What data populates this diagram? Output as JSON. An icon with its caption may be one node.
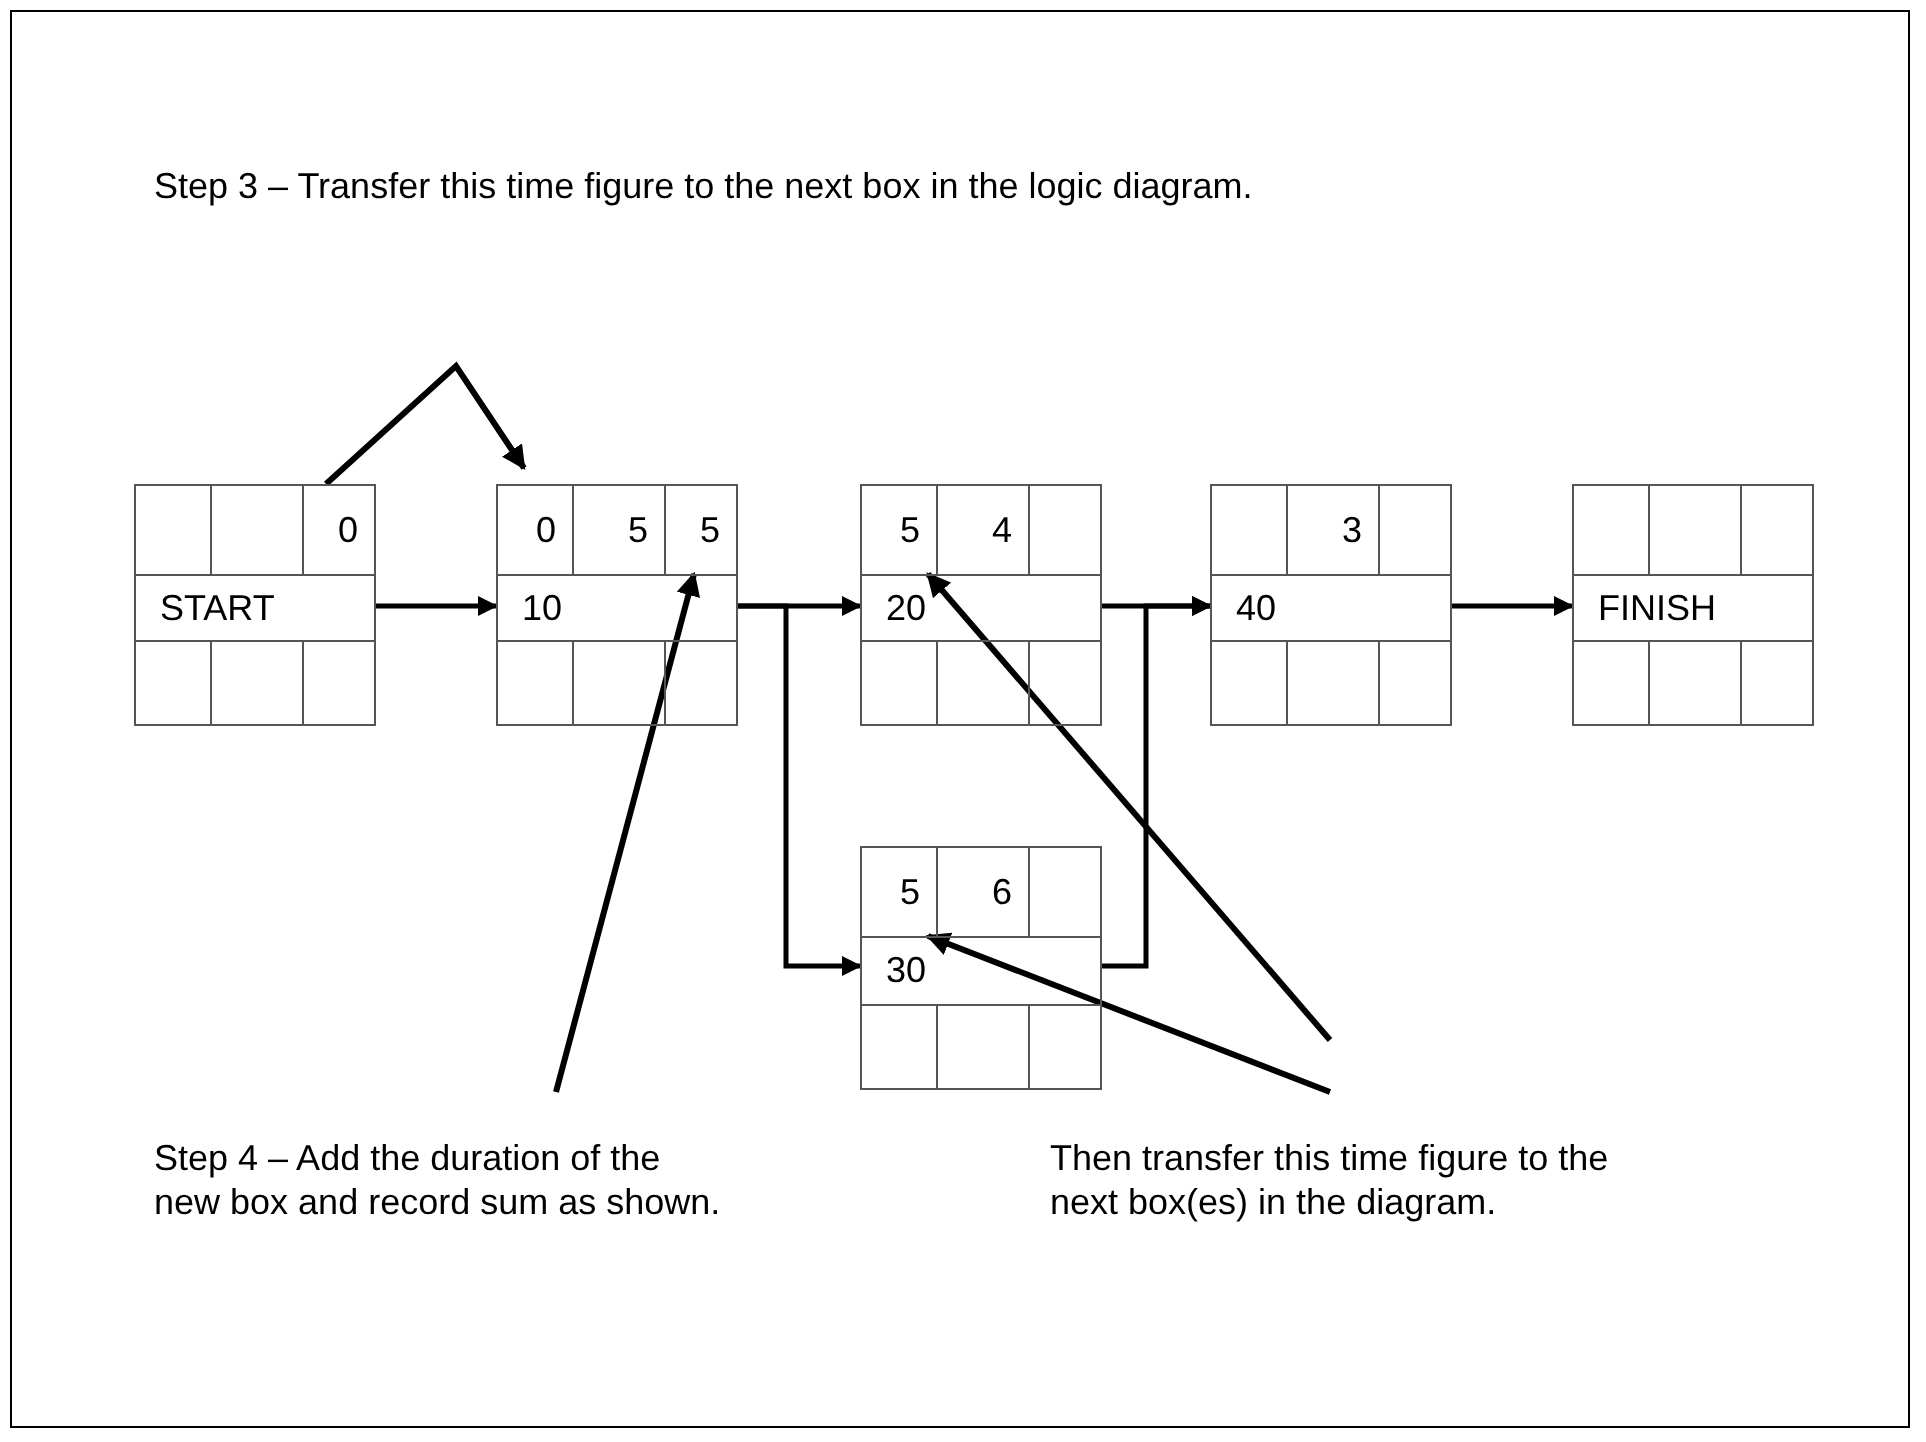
{
  "diagram": {
    "nodes": [
      {
        "text": [],
        "shape": "box"
      },
      {
        "text": [],
        "shape": "box",
        "in": 0
      },
      {
        "text": [],
        "shape": "box",
        "in": 0
      },
      {
        "text": [
          "0"
        ],
        "in": 0
      },
      {
        "text": [
          "START"
        ],
        "in": 0
      },
      {
        "text": [],
        "shape": "box",
        "in": 0
      },
      {
        "text": [],
        "shape": "box",
        "in": 0
      },
      {
        "text": [],
        "shape": "box",
        "in": 0
      },
      {
        "text": [],
        "shape": "box"
      },
      {
        "text": [
          "0"
        ],
        "in": 8
      },
      {
        "text": [
          "5"
        ],
        "in": 8
      },
      {
        "text": [
          "5"
        ],
        "in": 8
      },
      {
        "text": [
          "10"
        ],
        "in": 8
      },
      {
        "text": [],
        "shape": "box",
        "in": 8
      },
      {
        "text": [],
        "shape": "box",
        "in": 8
      },
      {
        "text": [],
        "shape": "box",
        "in": 8
      },
      {
        "text": [],
        "shape": "box"
      },
      {
        "text": [
          "5"
        ],
        "in": 16
      },
      {
        "text": [
          "4"
        ],
        "in": 16
      },
      {
        "text": [],
        "shape": "box",
        "in": 16
      },
      {
        "text": [
          "20"
        ],
        "in": 16
      },
      {
        "text": [],
        "shape": "box",
        "in": 16
      },
      {
        "text": [],
        "shape": "box",
        "in": 16
      },
      {
        "text": [],
        "shape": "box",
        "in": 16
      },
      {
        "text": [],
        "shape": "box"
      },
      {
        "text": [],
        "shape": "box",
        "in": 24
      },
      {
        "text": [
          "3"
        ],
        "in": 24
      },
      {
        "text": [],
        "shape": "box",
        "in": 24
      },
      {
        "text": [
          "40"
        ],
        "in": 24
      },
      {
        "text": [],
        "shape": "box",
        "in": 24
      },
      {
        "text": [],
        "shape": "box",
        "in": 24
      },
      {
        "text": [],
        "shape": "box",
        "in": 24
      },
      {
        "text": [],
        "shape": "box"
      },
      {
        "text": [],
        "shape": "box",
        "in": 32
      },
      {
        "text": [],
        "shape": "box",
        "in": 32
      },
      {
        "text": [],
        "shape": "box",
        "in": 32
      },
      {
        "text": [
          "FINISH"
        ],
        "in": 32
      },
      {
        "text": [],
        "shape": "box",
        "in": 32
      },
      {
        "text": [],
        "shape": "box",
        "in": 32
      },
      {
        "text": [],
        "shape": "box",
        "in": 32
      },
      {
        "text": [],
        "shape": "box"
      },
      {
        "text": [
          "5"
        ],
        "in": 40
      },
      {
        "text": [
          "6"
        ],
        "in": 40
      },
      {
        "text": [],
        "shape": "box",
        "in": 40
      },
      {
        "text": [
          "30"
        ],
        "in": 40
      },
      {
        "text": [],
        "shape": "box",
        "in": 40
      },
      {
        "text": [],
        "shape": "box",
        "in": 40
      },
      {
        "text": [],
        "shape": "box",
        "in": 40
      },
      {
        "text": [
          "Step 4 – Add the duration of the new box and record sum as shown."
        ]
      },
      {
        "text": [
          "Then transfer this time figure to the next box(es) in the diagram."
        ]
      }
    ],
    "edges": [
      {
        "from": 0,
        "to": 8,
        "arrow": "to"
      },
      {
        "from": 8,
        "to": 16,
        "arrow": "to"
      },
      {
        "from": 8,
        "to": 40,
        "arrow": "to"
      },
      {
        "from": 16,
        "to": 24,
        "arrow": "to"
      },
      {
        "from": 40,
        "to": 24,
        "arrow": "to"
      },
      {
        "from": 24,
        "to": 32,
        "arrow": "to"
      },
      {
        "from": 3,
        "to": 9,
        "arrow": "to"
      },
      {
        "from": 48,
        "to": 11,
        "arrow": "to"
      },
      {
        "from": 49,
        "to": 17,
        "arrow": "to"
      },
      {
        "from": 49,
        "to": 41,
        "arrow": "to"
      }
    ],
    "labels": [
      "Step 3 – Transfer this time figure to the next box in the logic diagram."
    ]
  }
}
